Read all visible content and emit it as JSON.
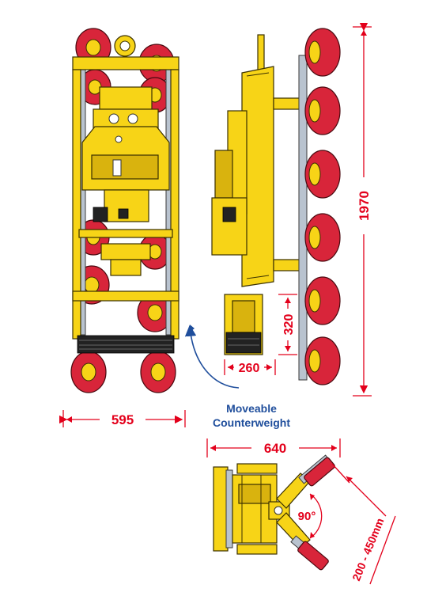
{
  "figure": {
    "colors": {
      "frame_yellow": "#f7d417",
      "frame_dark": "#d9b30e",
      "suction_pad_red": "#d8253a",
      "dimension_red": "#e3001b",
      "annotation_blue": "#1f4e9c",
      "rail_grey": "#b9c3cf"
    },
    "dimensions": {
      "front_width": "595",
      "height": "1970",
      "counterweight_depth": "260",
      "counterweight_height": "320",
      "top_width": "640",
      "rotation_angle": "90°",
      "pad_range": "200 - 450mm"
    },
    "annotation": {
      "line1": "Moveable",
      "line2": "Counterweight"
    }
  }
}
